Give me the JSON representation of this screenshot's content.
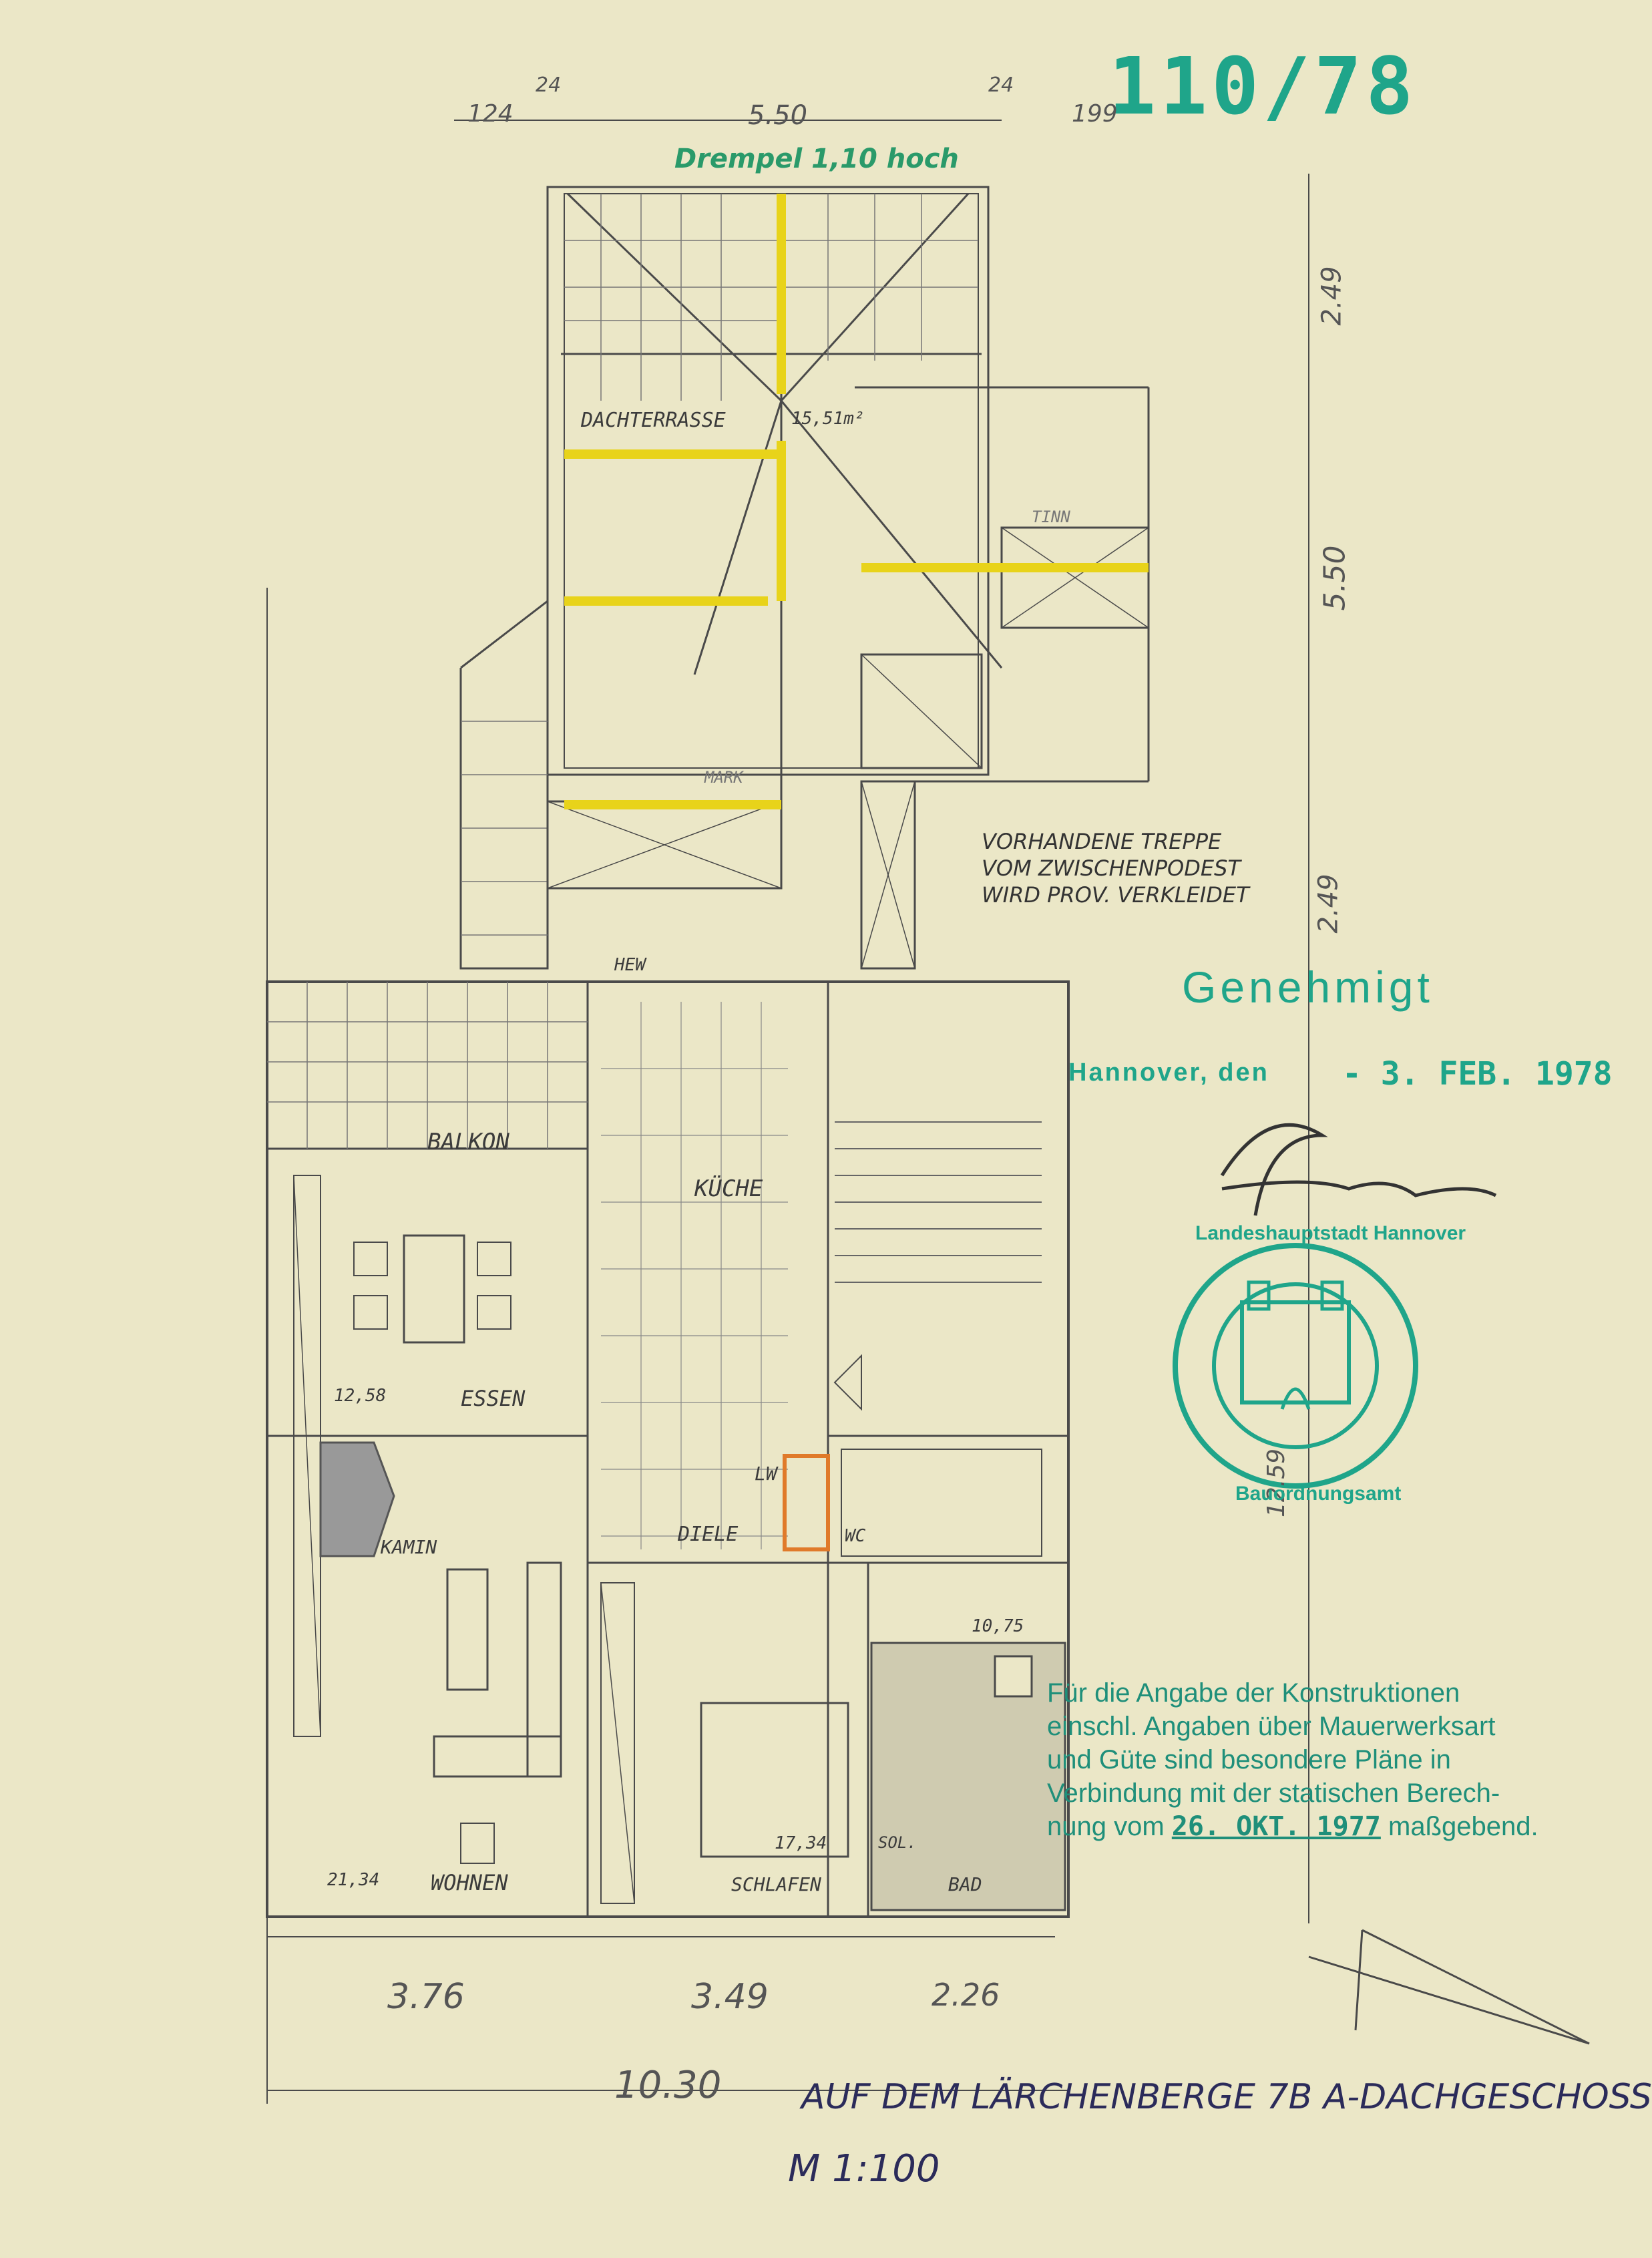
{
  "file_number": "110/78",
  "drempel_note": "Drempel 1,10 hoch",
  "top_dims": {
    "d124": "124",
    "d24a": "24",
    "d550": "5.50",
    "d24b": "24",
    "d199": "199"
  },
  "right_dims": {
    "d249": "2.49",
    "d550": "5.50",
    "d249b": "2.49",
    "d1259": "12.59"
  },
  "bottom_dims": {
    "d376": "3.76",
    "d349": "3.49",
    "d226": "2.26",
    "d1030": "10.30"
  },
  "stair_note": [
    "VORHANDENE TREPPE",
    "VOM ZWISCHENPODEST",
    "WIRD PROV. VERKLEIDET"
  ],
  "rooms": {
    "dachterrasse": "DACHTERRASSE",
    "dachterrasse_area": "15,51m²",
    "tinn": "TINN",
    "mark": "MARK",
    "hew": "HEW",
    "balkon": "BALKON",
    "kueche": "KÜCHE",
    "essen": "ESSEN",
    "essen_area": "12,58",
    "kamin": "KAMIN",
    "diele": "DIELE",
    "lw": "LW",
    "wc": "WC",
    "wohnen": "WOHNEN",
    "wohnen_area": "21,34",
    "schlafen": "SCHLAFEN",
    "schlafen_area": "17,34",
    "sol": "SOL.",
    "bad": "BAD",
    "bad_area": "10,75"
  },
  "approval": {
    "title": "Genehmigt",
    "place": "Hannover, den",
    "date": "- 3. FEB. 1978",
    "seal_text_top": "Landeshauptstadt Hannover",
    "seal_text_bottom": "Bauordnungsamt"
  },
  "note": {
    "lines": [
      "Für die Angabe der Konstruktionen",
      "einschl. Angaben über Mauerwerksart",
      "und Güte sind besondere Pläne in",
      "Verbindung mit der statischen Berech-"
    ],
    "last_prefix": "nung vom",
    "last_date": "26. OKT. 1977",
    "last_suffix": "maßgebend."
  },
  "footer": {
    "title": "AUF DEM LÄRCHENBERGE 7B A-DACHGESCHOSS",
    "scale": "M 1:100"
  },
  "colors": {
    "paper": "#ebe7c7",
    "stamp": "#1fa58a",
    "highlight": "#e8d31a",
    "orange": "#e07a2a",
    "pencil": "#4a4a4a"
  }
}
